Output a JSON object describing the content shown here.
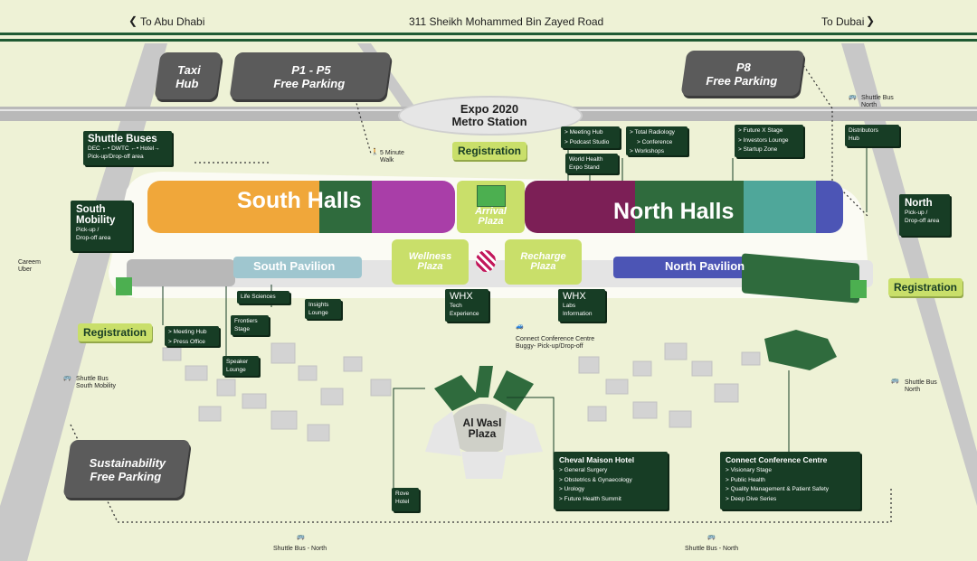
{
  "header": {
    "left_direction": "To Abu Dhabi",
    "road": "311 Sheikh Mohammed Bin Zayed Road",
    "right_direction": "To Dubai"
  },
  "parking": {
    "taxi_hub": [
      "Taxi",
      "Hub"
    ],
    "p1_p5": [
      "P1 - P5",
      "Free Parking"
    ],
    "p8": [
      "P8",
      "Free Parking"
    ],
    "sustainability": [
      "Sustainability",
      "Free Parking"
    ]
  },
  "metro": [
    "Expo 2020",
    "Metro Station"
  ],
  "halls": {
    "south": "South Halls",
    "north": "North Halls"
  },
  "pavilions": {
    "south": "South Pavilion",
    "north": "North Pavilion"
  },
  "plazas": {
    "arrival": [
      "Arrival",
      "Plaza"
    ],
    "wellness": [
      "Wellness",
      "Plaza"
    ],
    "recharge": [
      "Recharge",
      "Plaza"
    ],
    "al_wasl": [
      "Al Wasl",
      "Plaza"
    ]
  },
  "registration": {
    "top": "Registration",
    "left": "Registration",
    "right": "Registration"
  },
  "info_boxes": {
    "shuttle_buses": {
      "title": "Shuttle Buses",
      "line1": "DEC ←• DWTC   ←• Hotel→",
      "line2": "Pick-up/Drop-off area"
    },
    "south_mobility": {
      "title1": "South",
      "title2": "Mobility",
      "line1": "Pick-up /",
      "line2": "Drop-off area"
    },
    "north": {
      "title": "North",
      "line1": "Pick-up /",
      "line2": "Drop-off area"
    },
    "meeting_hub_top": [
      "Meeting Hub",
      "Podcast Studio"
    ],
    "total_radiology": [
      "Total Radiology",
      "Conference",
      "Workshops"
    ],
    "world_health": [
      "World Health",
      "Expo Stand"
    ],
    "future_x": [
      "Future X Stage",
      "Investors Lounge",
      "Startup Zone"
    ],
    "distributors": [
      "Distributors",
      "Hub"
    ],
    "life_sciences": "Life Sciences",
    "insights": [
      "Insights",
      "Lounge"
    ],
    "frontiers": [
      "Frontiers",
      "Stage"
    ],
    "meeting_hub_left": [
      "Meeting Hub",
      "Press Office"
    ],
    "speaker_lounge": [
      "Speaker",
      "Lounge"
    ],
    "whx_tech": {
      "title": "WHX",
      "line1": "Tech",
      "line2": "Experience"
    },
    "whx_labs": {
      "title": "WHX",
      "line1": "Labs",
      "line2": "Information"
    },
    "rove": [
      "Rove",
      "Hotel"
    ],
    "cheval": {
      "title": "Cheval Maison Hotel",
      "items": [
        "General Surgery",
        "Obstetrics & Gynaecology",
        "Urology",
        "Future Health Summit"
      ]
    },
    "connect": {
      "title": "Connect Conference Centre",
      "items": [
        "Visionary Stage",
        "Public Health",
        "Quality Management & Patient Safety",
        "Deep Dive Series"
      ]
    }
  },
  "labels": {
    "walk": [
      "5 Minute",
      "Walk"
    ],
    "careem": [
      "Careem",
      "Uber"
    ],
    "buggy": [
      "Connect Conference Centre",
      "Buggy- Pick-up/Drop-off"
    ],
    "shuttle_north_top": [
      "Shuttle Bus",
      "North"
    ],
    "shuttle_south_mobility": [
      "Shuttle Bus",
      "South Mobility"
    ],
    "shuttle_north_right": [
      "Shuttle Bus",
      "North"
    ],
    "shuttle_bottom_left": "Shuttle Bus - North",
    "shuttle_bottom_right": "Shuttle Bus - North"
  },
  "colors": {
    "dark_green": "#173d25",
    "lime": "#c9df6a",
    "orange": "#f0a73a",
    "green": "#2f6b3d",
    "purple": "#a93ea8",
    "maroon": "#7c1f56",
    "teal": "#4fa79a",
    "blue": "#4c55b5",
    "light_blue": "#9fc6cf"
  }
}
